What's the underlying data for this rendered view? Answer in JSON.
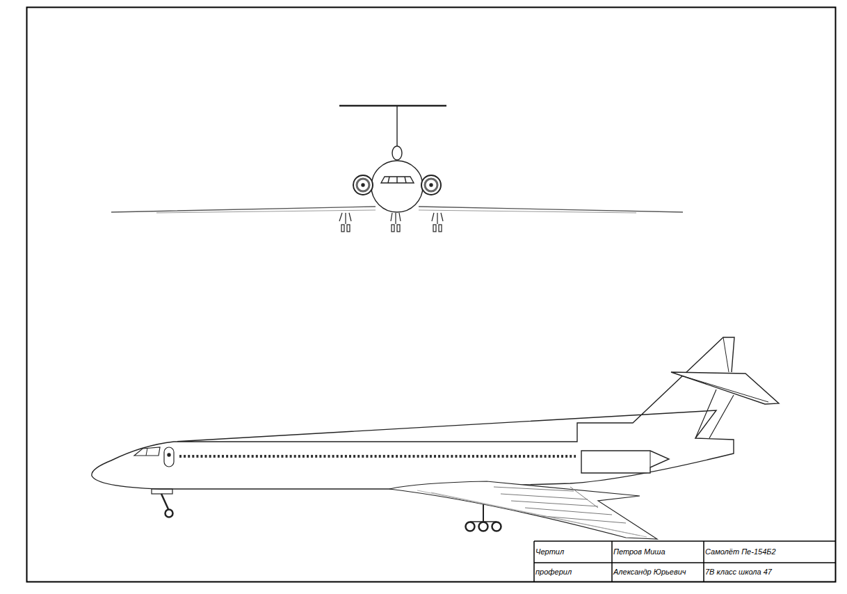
{
  "diagram": {
    "labels": [
      "Чертил",
      "Петров Миша",
      "Самолёт Пе-154Б2",
      "проферил",
      "Александр Юрьевич",
      "7В класс школа 47"
    ]
  }
}
